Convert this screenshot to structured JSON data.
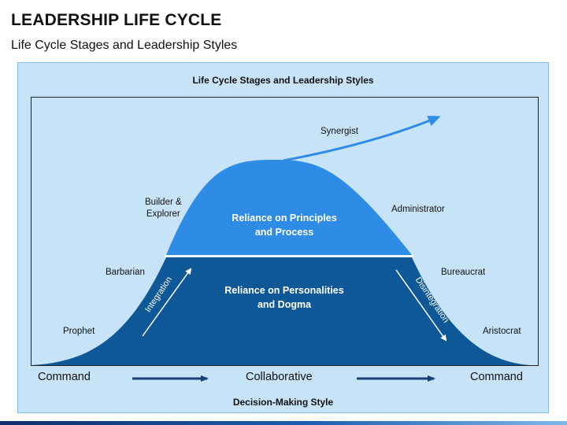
{
  "header": {
    "title": "LEADERSHIP LIFE CYCLE",
    "subtitle": "Life Cycle Stages and Leadership Styles"
  },
  "panel": {
    "title": "Life Cycle Stages and Leadership Styles",
    "footer": "Decision-Making Style"
  },
  "stages": {
    "prophet": "Prophet",
    "barbarian": "Barbarian",
    "builder_line1": "Builder &",
    "builder_line2": "Explorer",
    "synergist": "Synergist",
    "administrator": "Administrator",
    "bureaucrat": "Bureaucrat",
    "aristocrat": "Aristocrat"
  },
  "regions": {
    "upper_line1": "Reliance on Principles",
    "upper_line2": "and Process",
    "lower_line1": "Reliance on Personalities",
    "lower_line2": "and Dogma"
  },
  "arrows": {
    "integration": "Integration",
    "disintegration": "Disintegration"
  },
  "decision_styles": {
    "left": "Command",
    "center": "Collaborative",
    "right": "Command"
  },
  "colors": {
    "upper_region": "#2e8ce6",
    "lower_region": "#0f5898",
    "panel_background": "#c6e3f7",
    "arrow_dark": "#1b3f78"
  }
}
